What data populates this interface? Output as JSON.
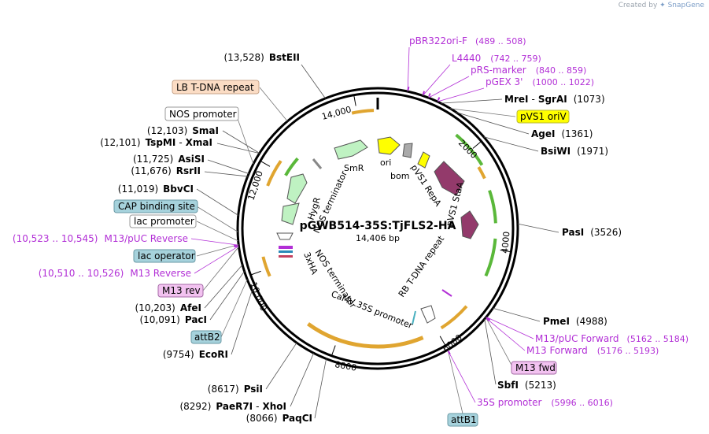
{
  "credit": {
    "prefix": "Created by",
    "brand": "SnapGene"
  },
  "plasmid": {
    "name": "pGWB514-35S:TjFLS2-HA",
    "length": "14,406 bp",
    "length_bp": 14406
  },
  "colors": {
    "backbone": "#000000",
    "primer": "#b22fd6",
    "arrow_orange": "#e0a530",
    "arrow_green": "#5ab83a",
    "arrow_pale_green": "#bff2c2",
    "arrow_maroon": "#933a6b",
    "arrow_yellow": "#ffff00",
    "box_peach": "#fbdcc4",
    "box_teal": "#a6d2dc",
    "box_violet": "#f2c2f0",
    "box_yellow": "#ffff00"
  },
  "enzymes": [
    {
      "name": "BstEII",
      "pos": "(13,528)"
    },
    {
      "name": "MreI",
      "name2": "SgrAI",
      "pos": "(1073)"
    },
    {
      "name": "SmaI",
      "pos": "(12,103)"
    },
    {
      "name": "TspMI",
      "name2": "XmaI",
      "pos": "(12,101)"
    },
    {
      "name": "AgeI",
      "pos": "(1361)"
    },
    {
      "name": "AsiSI",
      "pos": "(11,725)"
    },
    {
      "name": "BsiWI",
      "pos": "(1971)"
    },
    {
      "name": "RsrII",
      "pos": "(11,676)"
    },
    {
      "name": "BbvCI",
      "pos": "(11,019)"
    },
    {
      "name": "PasI",
      "pos": "(3526)"
    },
    {
      "name": "AfeI",
      "pos": "(10,203)"
    },
    {
      "name": "PacI",
      "pos": "(10,091)"
    },
    {
      "name": "PmeI",
      "pos": "(4988)"
    },
    {
      "name": "EcoRI",
      "pos": "(9754)"
    },
    {
      "name": "SbfI",
      "pos": "(5213)"
    },
    {
      "name": "PsiI",
      "pos": "(8617)"
    },
    {
      "name": "PaeR7I",
      "name2": "XhoI",
      "pos": "(8292)"
    },
    {
      "name": "PaqCI",
      "pos": "(8066)"
    }
  ],
  "primers": [
    {
      "name": "pBR322ori-F",
      "range": "(489 .. 508)"
    },
    {
      "name": "L4440",
      "range": "(742 .. 759)"
    },
    {
      "name": "pRS-marker",
      "range": "(840 .. 859)"
    },
    {
      "name": "pGEX 3'",
      "range": "(1000 .. 1022)"
    },
    {
      "name": "M13/pUC Reverse",
      "range": "(10,523 .. 10,545)"
    },
    {
      "name": "M13 Reverse",
      "range": "(10,510 .. 10,526)"
    },
    {
      "name": "M13/pUC Forward",
      "range": "(5162 .. 5184)"
    },
    {
      "name": "M13 Forward",
      "range": "(5176 .. 5193)"
    },
    {
      "name": "35S promoter",
      "range": "(5996 .. 6016)"
    }
  ],
  "labels": {
    "lb_tdna": "LB T-DNA repeat",
    "nos_promoter": "NOS promoter",
    "cap_site": "CAP binding site",
    "lac_promoter": "lac promoter",
    "lac_operator": "lac operator",
    "m13_rev": "M13 rev",
    "attb2": "attB2",
    "pvs1_oriv": "pVS1 oriV",
    "m13_fwd": "M13 fwd",
    "attb1": "attB1"
  },
  "features": {
    "smr": "SmR",
    "ori": "ori",
    "bom": "bom",
    "pvs1_repa": "pVS1 RepA",
    "pvs1_sta": "pVS1 StaA",
    "hygr": "HygR",
    "nos_term_top": "NOS terminator",
    "nos_term_bottom": "NOS terminator",
    "ha": "3xHA",
    "camv": "CaMV 35S promoter",
    "rb_tdna": "RB T-DNA repeat"
  },
  "ticks": [
    "14,000",
    "2000",
    "4000",
    "6000",
    "8000",
    "10,000",
    "12,000"
  ]
}
